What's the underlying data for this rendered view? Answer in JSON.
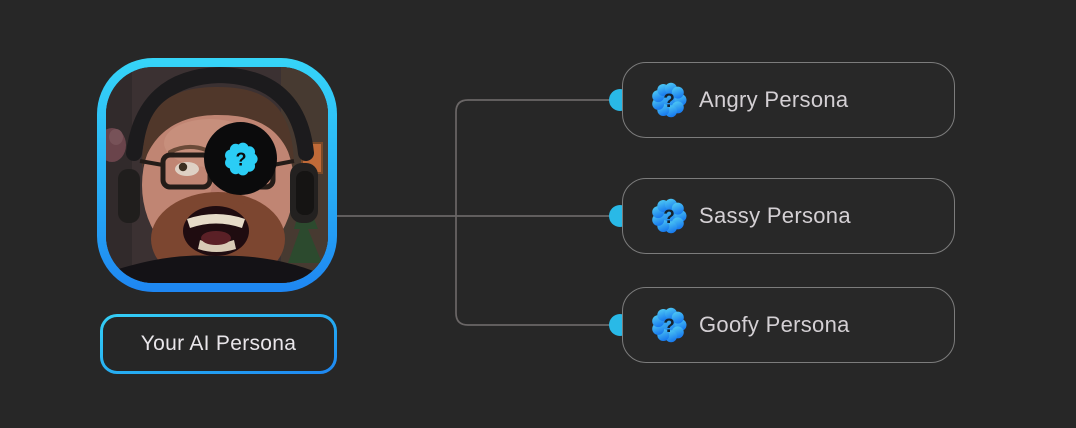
{
  "diagram": {
    "source_node": {
      "caption": "Your AI Persona",
      "avatar": "screaming-man-photo",
      "badge_icon": "question-seal-icon"
    },
    "personas": [
      {
        "label": "Angry Persona",
        "icon": "question-seal-icon"
      },
      {
        "label": "Sassy Persona",
        "icon": "question-seal-icon"
      },
      {
        "label": "Goofy Persona",
        "icon": "question-seal-icon"
      }
    ]
  },
  "colors": {
    "background": "#272727",
    "accent_cyan": "#35d5f8",
    "accent_blue": "#1e86f2",
    "connector_dot": "#29b9e7",
    "wire": "#6a6666",
    "card_border": "#7c7c7c",
    "card_text": "#d4d0d4",
    "caption_text": "#e9e6ea"
  }
}
